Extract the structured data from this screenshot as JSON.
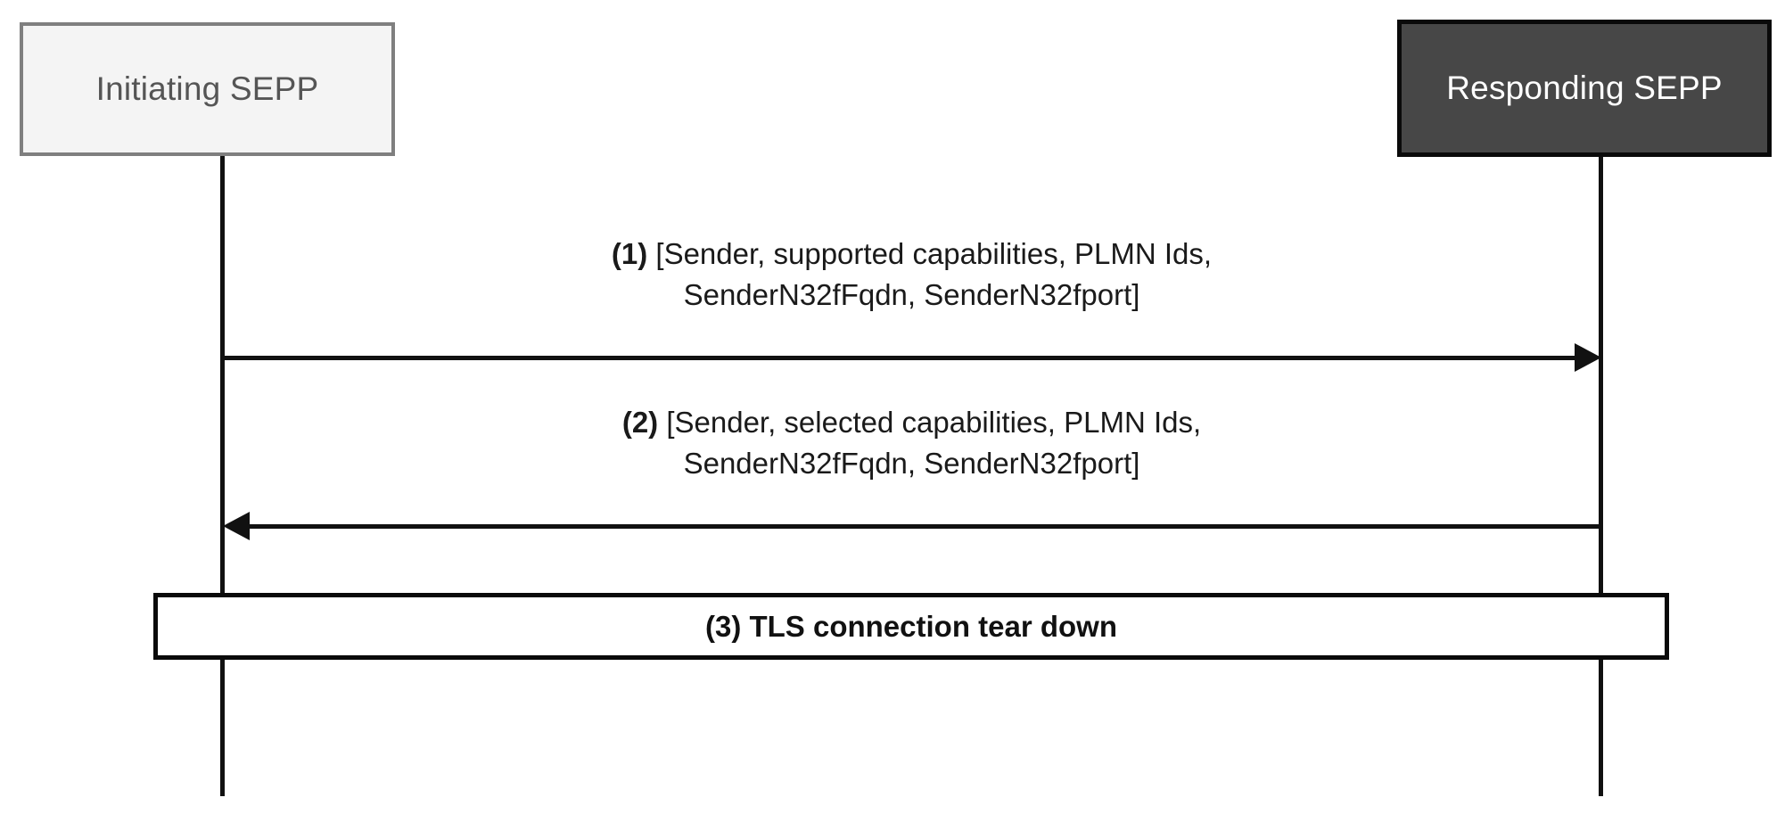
{
  "diagram": {
    "type": "sequence-diagram",
    "participants": [
      {
        "id": "initiating",
        "label": "Initiating SEPP",
        "fill": "#f4f4f4",
        "border": "#7f7f7f",
        "text_color": "#555555"
      },
      {
        "id": "responding",
        "label": "Responding SEPP",
        "fill": "#474747",
        "border": "#0a0a0a",
        "text_color": "#ffffff"
      }
    ],
    "messages": [
      {
        "seq": "(1)",
        "text": " [Sender, supported capabilities, PLMN Ids,\nSenderN32fFqdn, SenderN32fport]",
        "from": "initiating",
        "to": "responding",
        "direction": "right",
        "arrow_style": "solid-filled"
      },
      {
        "seq": "(2)",
        "text": " [Sender, selected capabilities, PLMN Ids,\nSenderN32fFqdn, SenderN32fport]",
        "from": "responding",
        "to": "initiating",
        "direction": "left",
        "arrow_style": "solid-filled"
      }
    ],
    "note": {
      "seq": "(3)",
      "label": "(3) TLS connection tear down",
      "spans": [
        "initiating",
        "responding"
      ]
    }
  }
}
